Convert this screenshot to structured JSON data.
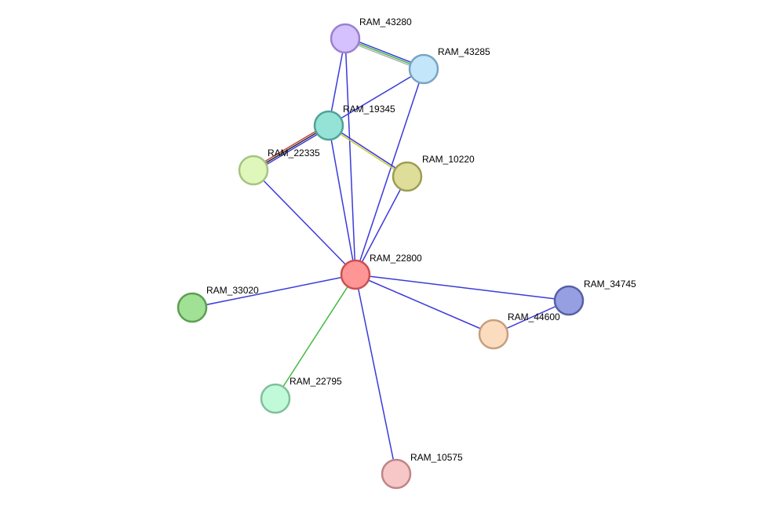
{
  "network": {
    "nodes": [
      {
        "id": "RAM_43280",
        "label": "RAM_43280",
        "fill": "#d4c1fd",
        "stroke": "#9b80cf"
      },
      {
        "id": "RAM_43285",
        "label": "RAM_43285",
        "fill": "#c3e6fb",
        "stroke": "#7aa4c3"
      },
      {
        "id": "RAM_19345",
        "label": "RAM_19345",
        "fill": "#95e2d6",
        "stroke": "#4ea395"
      },
      {
        "id": "RAM_22335",
        "label": "RAM_22335",
        "fill": "#dff7bb",
        "stroke": "#a5c482"
      },
      {
        "id": "RAM_10220",
        "label": "RAM_10220",
        "fill": "#dede9a",
        "stroke": "#9d9d53"
      },
      {
        "id": "RAM_22800",
        "label": "RAM_22800",
        "fill": "#ff9595",
        "stroke": "#cc4f4f"
      },
      {
        "id": "RAM_33020",
        "label": "RAM_33020",
        "fill": "#a1e196",
        "stroke": "#5c9e52"
      },
      {
        "id": "RAM_34745",
        "label": "RAM_34745",
        "fill": "#959fe2",
        "stroke": "#5660a5"
      },
      {
        "id": "RAM_44600",
        "label": "RAM_44600",
        "fill": "#fcdcbf",
        "stroke": "#c4a07f"
      },
      {
        "id": "RAM_22795",
        "label": "RAM_22795",
        "fill": "#c0fad8",
        "stroke": "#80c09b"
      },
      {
        "id": "RAM_10575",
        "label": "RAM_10575",
        "fill": "#f7c6c6",
        "stroke": "#bf8585"
      }
    ],
    "edges": [
      {
        "source": "RAM_43280",
        "target": "RAM_43285",
        "colors": [
          "#3a3adb",
          "#42b842",
          "#b0b0b0"
        ]
      },
      {
        "source": "RAM_43280",
        "target": "RAM_19345",
        "colors": [
          "#3a3adb"
        ]
      },
      {
        "source": "RAM_43280",
        "target": "RAM_22800",
        "colors": [
          "#3a3adb"
        ]
      },
      {
        "source": "RAM_43285",
        "target": "RAM_19345",
        "colors": [
          "#3a3adb"
        ]
      },
      {
        "source": "RAM_43285",
        "target": "RAM_22800",
        "colors": [
          "#3a3adb"
        ]
      },
      {
        "source": "RAM_19345",
        "target": "RAM_22335",
        "colors": [
          "#3a3adb",
          "#222222",
          "#c04040"
        ]
      },
      {
        "source": "RAM_19345",
        "target": "RAM_10220",
        "colors": [
          "#3a3adb",
          "#cccc33"
        ]
      },
      {
        "source": "RAM_19345",
        "target": "RAM_22800",
        "colors": [
          "#3a3adb"
        ]
      },
      {
        "source": "RAM_22335",
        "target": "RAM_22800",
        "colors": [
          "#3a3adb"
        ]
      },
      {
        "source": "RAM_10220",
        "target": "RAM_22800",
        "colors": [
          "#3a3adb"
        ]
      },
      {
        "source": "RAM_22800",
        "target": "RAM_33020",
        "colors": [
          "#3a3adb"
        ]
      },
      {
        "source": "RAM_22800",
        "target": "RAM_34745",
        "colors": [
          "#3a3adb"
        ]
      },
      {
        "source": "RAM_22800",
        "target": "RAM_44600",
        "colors": [
          "#3a3adb"
        ]
      },
      {
        "source": "RAM_22800",
        "target": "RAM_22795",
        "colors": [
          "#42b842"
        ]
      },
      {
        "source": "RAM_22800",
        "target": "RAM_10575",
        "colors": [
          "#3a3adb"
        ]
      },
      {
        "source": "RAM_34745",
        "target": "RAM_44600",
        "colors": [
          "#3a3adb"
        ]
      }
    ]
  }
}
